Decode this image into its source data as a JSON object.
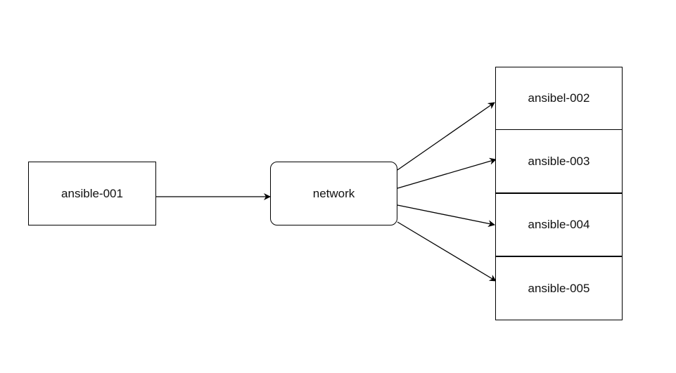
{
  "nodes": {
    "source": "ansible-001",
    "hub": "network",
    "targets": [
      "ansibel-002",
      "ansible-003",
      "ansible-004",
      "ansible-005"
    ]
  },
  "edges": [
    {
      "from": "ansible-001",
      "to": "network"
    },
    {
      "from": "network",
      "to": "ansibel-002"
    },
    {
      "from": "network",
      "to": "ansible-003"
    },
    {
      "from": "network",
      "to": "ansible-004"
    },
    {
      "from": "network",
      "to": "ansible-005"
    }
  ],
  "colors": {
    "stroke": "#000000",
    "fill": "#ffffff",
    "text": "#111111"
  }
}
